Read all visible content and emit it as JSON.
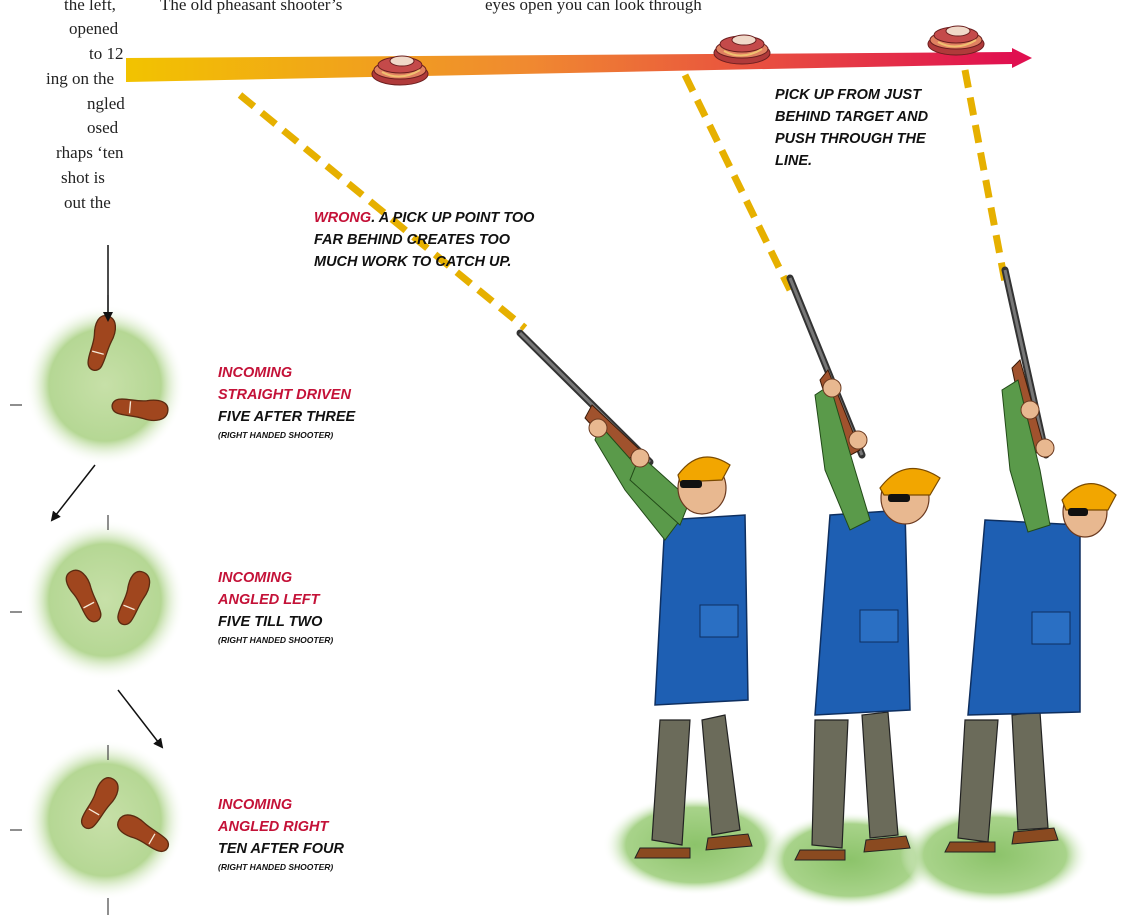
{
  "left_text_fragments": [
    "the left,",
    "opened",
    "to 12",
    "ing on the",
    "ngled",
    "osed",
    "rhaps ‘ten",
    "shot is",
    "out the"
  ],
  "top_text": {
    "fragment_1": "The old pheasant shooter’s",
    "fragment_2": "eyes open you can  look through"
  },
  "captions": {
    "wrong_label": "WRONG",
    "wrong_rest_line1": ". A PICK UP POINT TOO",
    "wrong_line2": "FAR BEHIND CREATES TOO",
    "wrong_line3": "MUCH WORK TO CATCH UP.",
    "right_line1": "PICK UP FROM JUST",
    "right_line2": "BEHIND TARGET AND",
    "right_line3": "PUSH THROUGH THE",
    "right_line4": "LINE."
  },
  "stances": [
    {
      "line1": "INCOMING",
      "line2": "STRAIGHT DRIVEN",
      "line3": "FIVE AFTER THREE",
      "note": "(RIGHT HANDED SHOOTER)"
    },
    {
      "line1": "INCOMING",
      "line2": "ANGLED LEFT",
      "line3": "FIVE TILL TWO",
      "note": "(RIGHT HANDED SHOOTER)"
    },
    {
      "line1": "INCOMING",
      "line2": "ANGLED RIGHT",
      "line3": "TEN AFTER FOUR",
      "note": "(RIGHT HANDED SHOOTER)"
    }
  ],
  "colors": {
    "accent_red": "#c41238",
    "trail_start": "#f2c300",
    "trail_end": "#e01050",
    "dash": "#e6b000",
    "vest": "#1e5fb3",
    "cap": "#f2a600",
    "trousers": "#6b6b5a",
    "shirt": "#5a9a4a",
    "skin": "#e8b890",
    "ground": "#8cc36a",
    "shoe": "#a0461e"
  }
}
